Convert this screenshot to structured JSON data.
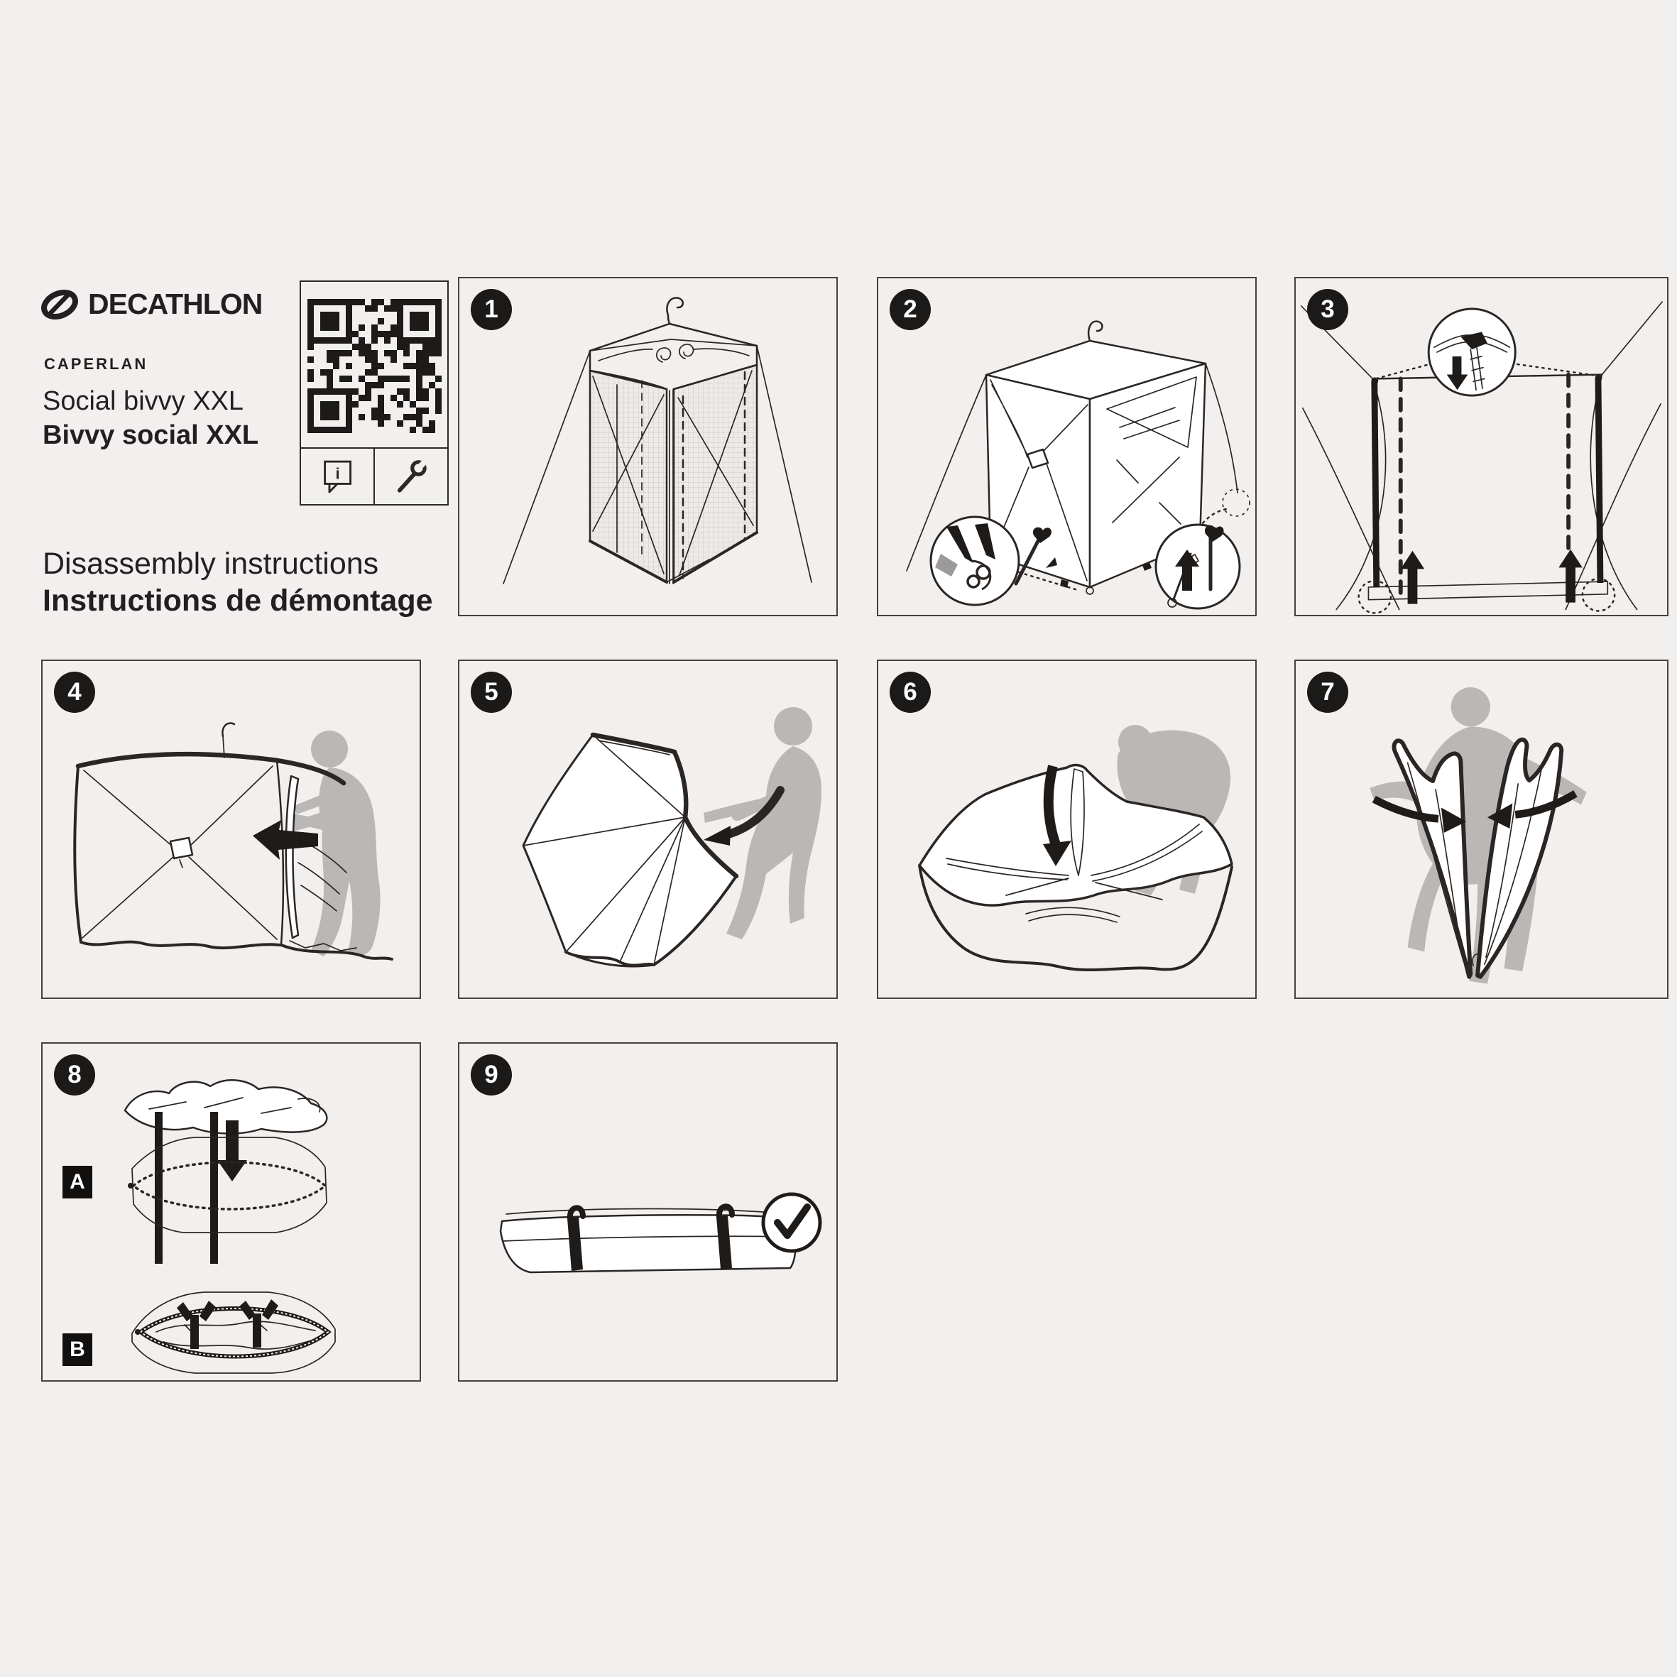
{
  "colors": {
    "background": "#f2f0ee",
    "ink": "#2b2624",
    "panel_border": "#45413f",
    "badge_black": "#1c1a19",
    "silhouette_gray": "#b9b8b6",
    "white": "#ffffff"
  },
  "header": {
    "brand": "DECATHLON",
    "brand_icon": "decathlon-oval-swoosh-logo",
    "sub_brand": "CAPERLAN",
    "product_name_en": "Social bivvy XXL",
    "product_name_fr": "Bivvy social XXL",
    "title_en": "Disassembly instructions",
    "title_fr": "Instructions de démontage",
    "qr_icon": "qr-code",
    "info_icon": "info-speech-bubble-icon",
    "tool_icon": "wrench-icon"
  },
  "steps": [
    {
      "number": "1"
    },
    {
      "number": "2"
    },
    {
      "number": "3"
    },
    {
      "number": "4"
    },
    {
      "number": "5"
    },
    {
      "number": "6"
    },
    {
      "number": "7"
    },
    {
      "number": "8"
    },
    {
      "number": "9"
    }
  ],
  "panel8_labels": {
    "a": "A",
    "b": "B"
  },
  "panel9": {
    "check_icon": "checkmark-icon"
  }
}
